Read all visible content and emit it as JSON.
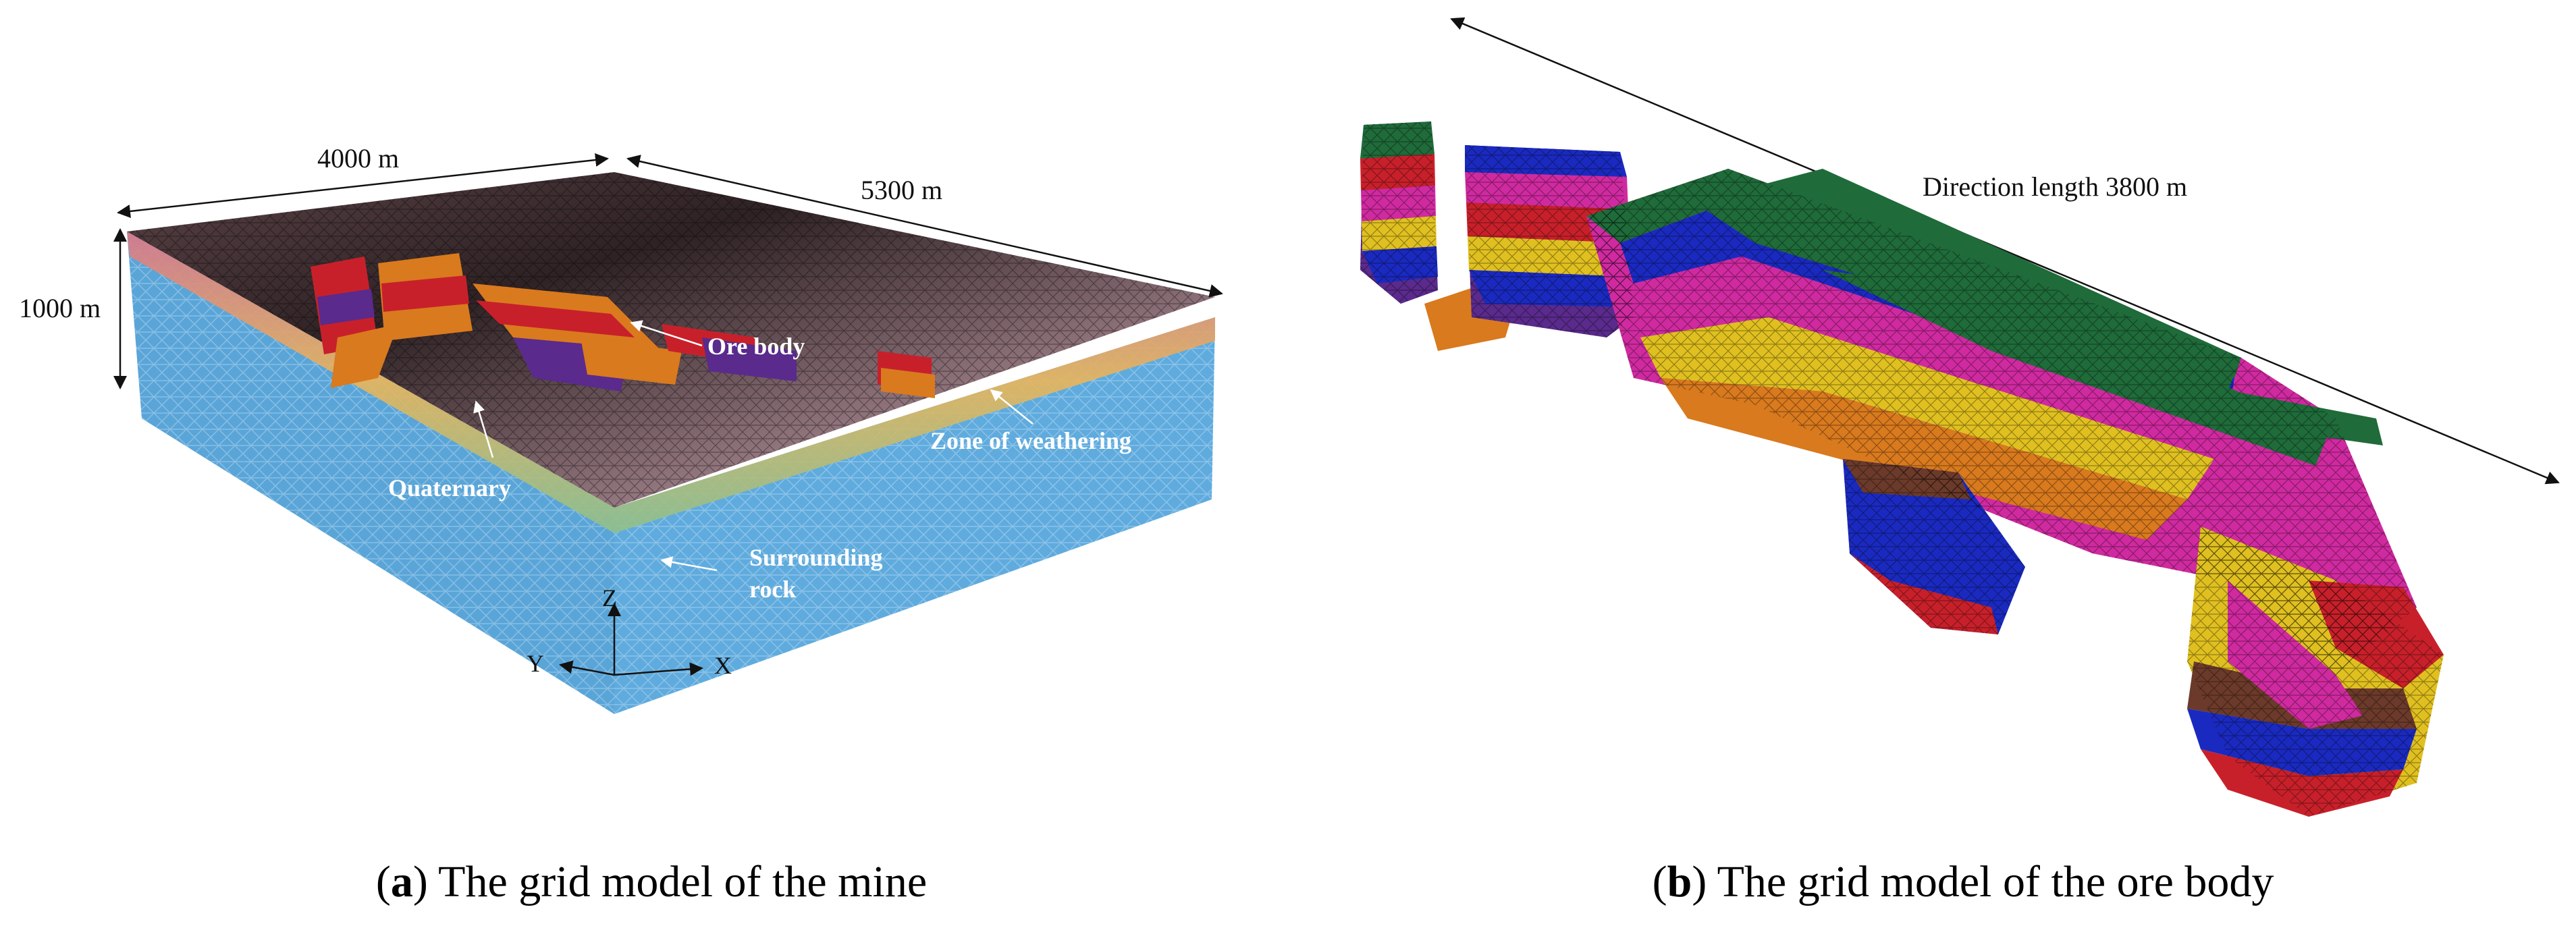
{
  "panel_a": {
    "dimensions": {
      "width": "4000 m",
      "length": "5300 m",
      "height": "1000 m"
    },
    "labels": {
      "ore_body": "Ore body",
      "zone_of_weathering": "Zone of weathering",
      "quaternary": "Quaternary",
      "surrounding_rock_1": "Surrounding",
      "surrounding_rock_2": "rock"
    },
    "axes": {
      "z": "Z",
      "y": "Y",
      "x": "X"
    },
    "caption": {
      "letter": "a",
      "text": " The grid model of the mine"
    }
  },
  "panel_b": {
    "direction_label": "Direction length 3800 m",
    "caption": {
      "letter": "b",
      "text": " The grid model of the ore body"
    }
  },
  "colors": {
    "rock_blue": "#5aa5d8",
    "surface_dark": "#3b2a2c",
    "surface_light": "#c8a8b0",
    "ore_orange": "#d97a1e",
    "ore_red": "#c8202a",
    "ore_purple": "#5a2a8c",
    "ore_green": "#1f6b3a",
    "ore_magenta": "#d02aa0",
    "ore_yellow": "#e0c020",
    "ore_blue": "#1a2ac0",
    "ore_brown": "#6b3a2a"
  }
}
